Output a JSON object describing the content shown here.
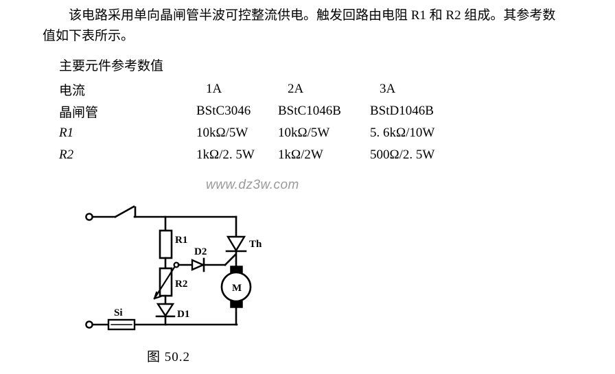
{
  "document": {
    "intro_line1": "该电路采用单向晶闸管半波可控整流供电。触发回路由电阻 R1 和 R2 组成。其参考数",
    "intro_line2": "值如下表所示。",
    "table_title": "主要元件参考数值",
    "watermark": "www.dz3w.com",
    "figure_caption": "图 50.2"
  },
  "spec_table": {
    "rows": [
      {
        "label": "电流",
        "c1": "1A",
        "c2": "2A",
        "c3": "3A"
      },
      {
        "label": "晶闸管",
        "c1": "BStC3046",
        "c2": "BStC1046B",
        "c3": "BStD1046B"
      },
      {
        "label": "R1",
        "c1": "10kΩ/5W",
        "c2": "10kΩ/5W",
        "c3": "5. 6kΩ/10W"
      },
      {
        "label": "R2",
        "c1": "1kΩ/2. 5W",
        "c2": "1kΩ/2W",
        "c3": "500Ω/2. 5W"
      }
    ]
  },
  "circuit": {
    "labels": {
      "r1": "R1",
      "r2": "R2",
      "d1": "D1",
      "d2": "D2",
      "th": "Th",
      "si": "Si",
      "motor": "M"
    },
    "stroke_color": "#000000"
  }
}
